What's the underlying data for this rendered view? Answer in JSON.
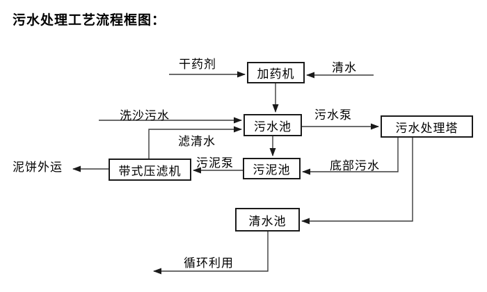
{
  "title": "污水处理工艺流程框图：",
  "nodes": {
    "dosing_machine": "加药机",
    "sewage_pool": "污水池",
    "treatment_tower": "污水处理塔",
    "belt_filter_press": "带式压滤机",
    "sludge_pool": "污泥池",
    "clear_water_pool": "清水池"
  },
  "labels": {
    "dry_agent": "干药剂",
    "clear_water": "清水",
    "sand_washing_sewage": "洗沙污水",
    "sewage_pump": "污水泵",
    "filtered_water": "滤清水",
    "sludge_pump": "污泥泵",
    "bottom_sewage": "底部污水",
    "mud_cake_out": "泥饼外运",
    "recycling": "循环利用"
  },
  "colors": {
    "line": "#3a3a3a",
    "box_border": "#1a1a1a",
    "text": "#000000",
    "background": "#ffffff"
  }
}
